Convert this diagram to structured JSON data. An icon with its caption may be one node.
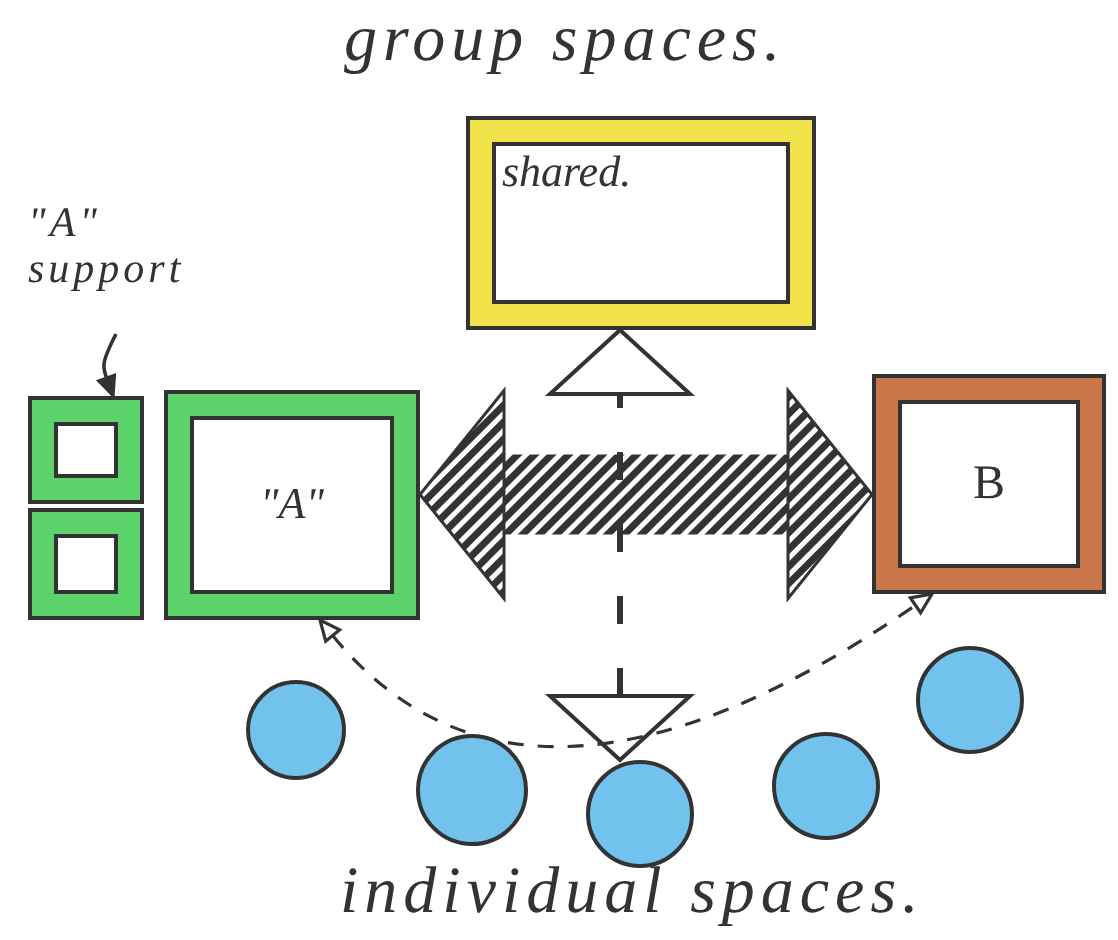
{
  "diagram": {
    "nodes": [
      {
        "text": [
          "shared."
        ]
      },
      {
        "text": [
          "\"A\" support"
        ]
      },
      {
        "text": [],
        "shape": "box"
      },
      {
        "text": [],
        "shape": "box"
      },
      {
        "text": [
          "\"A\""
        ]
      },
      {
        "text": [
          "B"
        ]
      },
      {
        "text": [],
        "shape": "circle"
      },
      {
        "text": [],
        "shape": "circle"
      },
      {
        "text": [],
        "shape": "circle"
      },
      {
        "text": [],
        "shape": "circle"
      },
      {
        "text": [],
        "shape": "circle"
      }
    ],
    "edges": [
      {
        "from": 1,
        "to": 2,
        "arrow": "to"
      },
      {
        "from": 4,
        "to": 5,
        "arrow": "both",
        "style": "thick"
      },
      {
        "from": 8,
        "to": 0,
        "arrow": "both",
        "style": "dashed"
      },
      {
        "from": 4,
        "to": 5,
        "arrow": "both",
        "style": "dashed"
      }
    ],
    "labels": [
      "group spaces.",
      "individual spaces."
    ]
  }
}
